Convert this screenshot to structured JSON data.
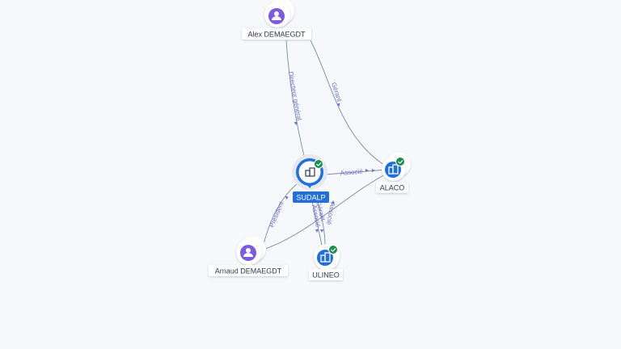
{
  "nodes": {
    "alex": {
      "label": "Alex DEMAEGDT",
      "kind": "person",
      "icon": "person-icon"
    },
    "arnaud": {
      "label": "Arnaud DEMAEGDT",
      "kind": "person",
      "icon": "person-icon"
    },
    "sudalp": {
      "label": "SUDALP",
      "kind": "company-main",
      "icon": "building-icon",
      "verified": true
    },
    "alaco": {
      "label": "ALACO",
      "kind": "company",
      "icon": "building-icon",
      "verified": true
    },
    "ulineo": {
      "label": "ULINEO",
      "kind": "company",
      "icon": "building-icon",
      "verified": true
    }
  },
  "edges": {
    "alex_sudalp": {
      "label": "Directeur général"
    },
    "alex_alaco": {
      "label": "Gérant"
    },
    "sudalp_alaco": {
      "label": "Associé"
    },
    "arnaud_sudalp": {
      "label": "Président"
    },
    "sudalp_ulineo_gerant": {
      "label": "Gérant"
    },
    "sudalp_ulineo_associe": {
      "label": "Associé"
    },
    "ulineo_sudalp": {
      "label": "Associé"
    }
  },
  "colors": {
    "person": "#7b5ce0",
    "company": "#1f6fde",
    "verified": "#1e8e4e",
    "edge": "#7a8aa3",
    "edge_label": "#6b6fd0"
  }
}
